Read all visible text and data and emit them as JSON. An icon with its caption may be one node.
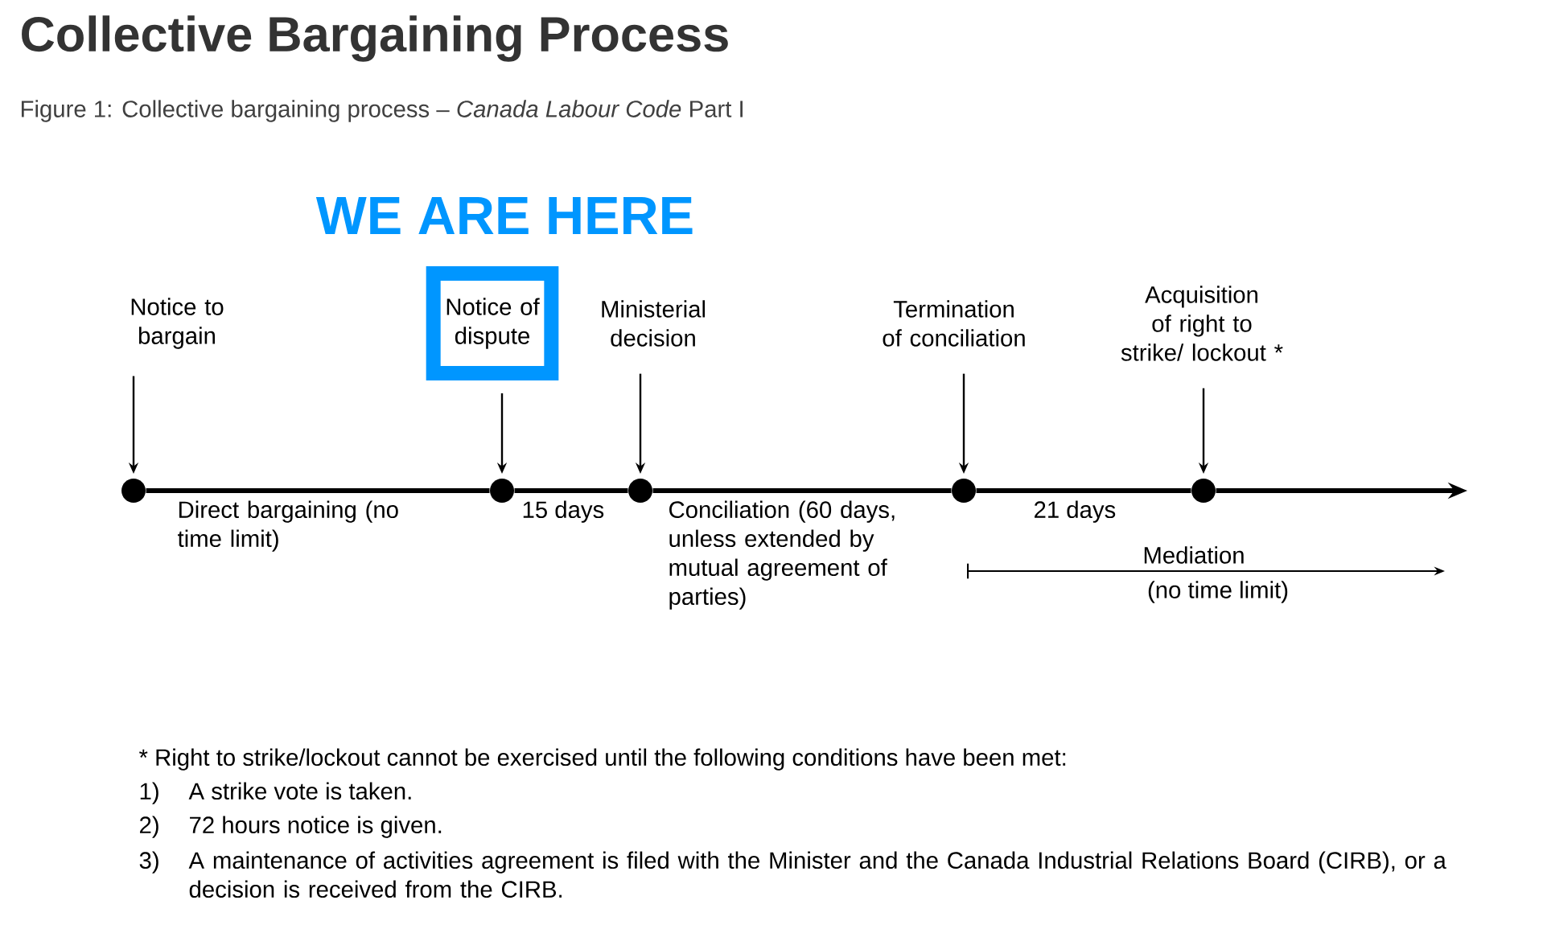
{
  "diagram": {
    "title": "Collective Bargaining Process",
    "caption": "Figure 1: Collective bargaining process – *Canada Labour Code* Part I",
    "nodes": [
      {
        "text": [
          "Notice to bargain"
        ]
      },
      {
        "text": [
          "Notice of dispute"
        ],
        "beside": [
          "WE ARE HERE"
        ]
      },
      {
        "text": [
          "Ministerial decision"
        ]
      },
      {
        "text": [
          "Termination of conciliation"
        ]
      },
      {
        "text": [
          "Acquisition of right to strike/ lockout *"
        ]
      },
      {
        "text": [],
        "shape": "circle"
      },
      {
        "text": [],
        "shape": "circle"
      },
      {
        "text": [],
        "shape": "circle"
      },
      {
        "text": [],
        "shape": "circle"
      },
      {
        "text": [],
        "shape": "circle"
      }
    ],
    "edges": [
      {
        "from": 0,
        "to": 5,
        "arrow": "to"
      },
      {
        "from": 1,
        "to": 6,
        "arrow": "to"
      },
      {
        "from": 2,
        "to": 7,
        "arrow": "to"
      },
      {
        "from": 3,
        "to": 8,
        "arrow": "to"
      },
      {
        "from": 4,
        "to": 9,
        "arrow": "to"
      },
      {
        "from": 5,
        "to": 6,
        "arrow": "none",
        "style": "thick"
      },
      {
        "from": 6,
        "to": 7,
        "arrow": "none",
        "style": "thick"
      },
      {
        "from": 7,
        "to": 8,
        "arrow": "none",
        "style": "thick"
      },
      {
        "from": 8,
        "to": 9,
        "arrow": "none",
        "style": "thick"
      },
      {
        "from": 9,
        "to": null,
        "arrow": "to",
        "style": "thick"
      }
    ],
    "labels": [
      "Direct bargaining (no time limit)",
      "15 days",
      "Conciliation (60 days, unless extended by mutual agreement of parties)",
      "21 days",
      "Mediation",
      "(no time limit)",
      "* Right to strike/lockout cannot be exercised until the following conditions have been met:",
      "1)",
      "A strike vote is taken.",
      "2)",
      "72 hours notice is given.",
      "3)",
      "A maintenance of activities agreement is filed with the Minister and the Canada Industrial Relations Board (CIRB), or a decision is received from the CIRB."
    ]
  }
}
